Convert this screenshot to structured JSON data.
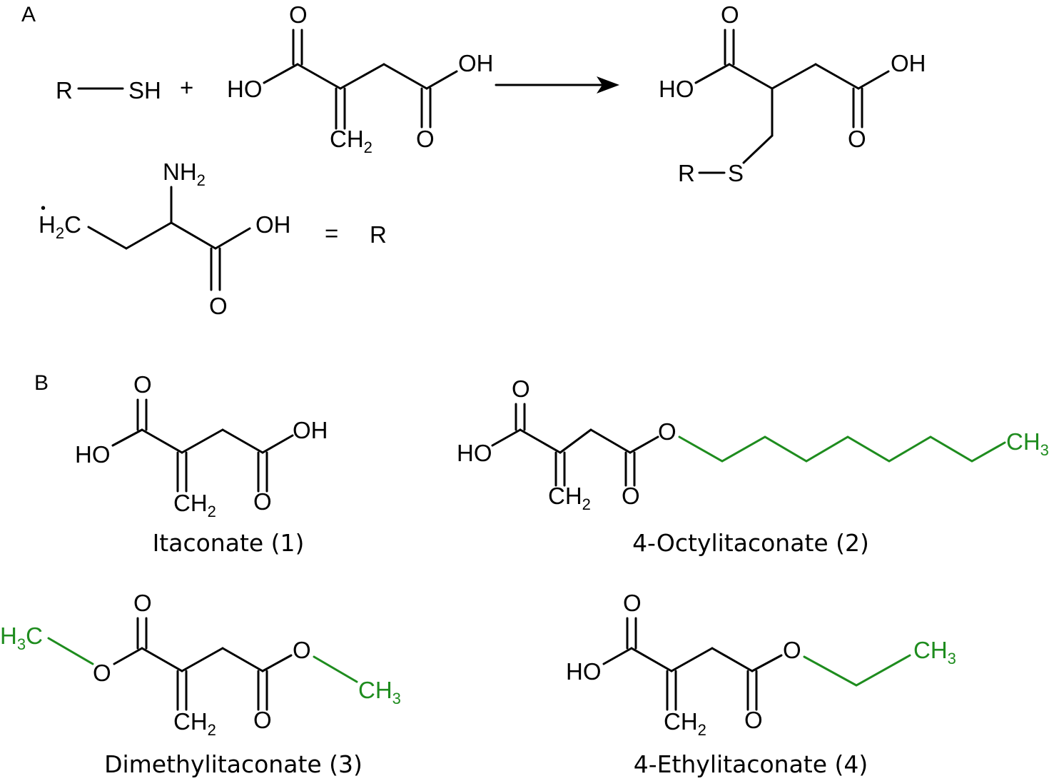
{
  "panels": {
    "a": "A",
    "b": "B"
  },
  "reaction": {
    "reactant_r": "R",
    "reactant_sh": "SH",
    "plus": "+",
    "oxygen": "O",
    "ho": "HO",
    "oh": "OH",
    "ch": "CH",
    "sub2": "2",
    "product_r": "R",
    "product_s": "S",
    "radical_dot": "•",
    "r_h": "H",
    "r_c": "C",
    "nh": "NH",
    "equals": "=",
    "r_label": "R"
  },
  "compounds": [
    {
      "name": "Itaconate (1)"
    },
    {
      "name": "4-Octylitaconate (2)"
    },
    {
      "name": "Dimethylitaconate (3)"
    },
    {
      "name": "4-Ethylitaconate (4)"
    }
  ],
  "atoms": {
    "O": "O",
    "HO": "HO",
    "OH": "OH",
    "CH": "CH",
    "H": "H",
    "C": "C",
    "sub2": "2",
    "sub3": "3"
  },
  "colors": {
    "bond": "#000000",
    "substituent": "#1e8c1e"
  }
}
